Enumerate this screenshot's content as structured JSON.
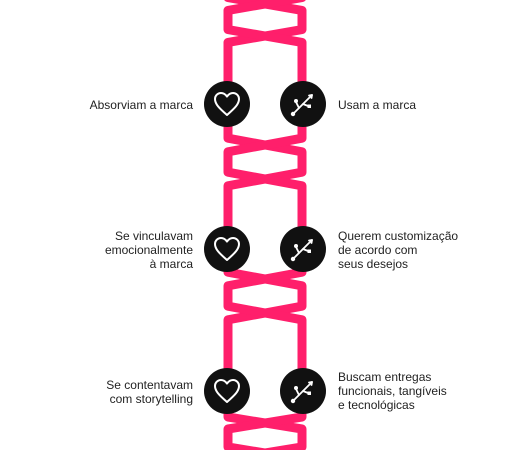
{
  "colors": {
    "helix": "#ff1f6b",
    "node": "#111111",
    "text": "#222222"
  },
  "left_icon": "heart-icon",
  "right_icon": "usb-symbol-icon",
  "rows": [
    {
      "left": [
        "Absorviam a marca"
      ],
      "right": [
        "Usam a marca"
      ]
    },
    {
      "left": [
        "Se vinculavam",
        "emocionalmente",
        "à marca"
      ],
      "right": [
        "Querem customização",
        "de acordo com",
        "seus desejos"
      ]
    },
    {
      "left": [
        "Se contentavam",
        "com storytelling"
      ],
      "right": [
        "Buscam entregas",
        "funcionais, tangíveis",
        "e tecnológicas"
      ]
    }
  ]
}
